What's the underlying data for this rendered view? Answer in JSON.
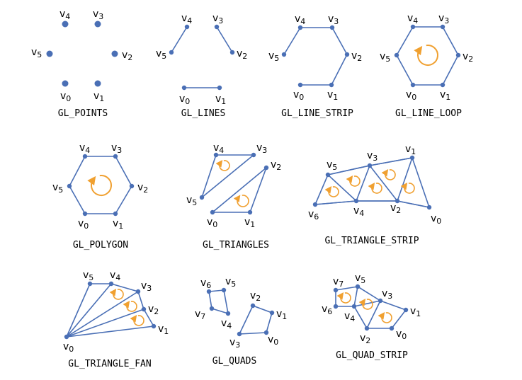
{
  "colors": {
    "edge": "#4a6fb5",
    "vertex": "#4a6fb5",
    "arrow": "#f0a030",
    "text": "#000000"
  },
  "panels": [
    {
      "id": "points",
      "caption": "GL_POINTS",
      "vertices": [
        {
          "n": "0"
        },
        {
          "n": "1"
        },
        {
          "n": "2"
        },
        {
          "n": "3"
        },
        {
          "n": "4"
        },
        {
          "n": "5"
        }
      ]
    },
    {
      "id": "lines",
      "caption": "GL_LINES",
      "vertices": [
        {
          "n": "0"
        },
        {
          "n": "1"
        },
        {
          "n": "2"
        },
        {
          "n": "3"
        },
        {
          "n": "4"
        },
        {
          "n": "5"
        }
      ]
    },
    {
      "id": "line_strip",
      "caption": "GL_LINE_STRIP",
      "vertices": [
        {
          "n": "0"
        },
        {
          "n": "1"
        },
        {
          "n": "2"
        },
        {
          "n": "3"
        },
        {
          "n": "4"
        },
        {
          "n": "5"
        }
      ]
    },
    {
      "id": "line_loop",
      "caption": "GL_LINE_LOOP",
      "vertices": [
        {
          "n": "0"
        },
        {
          "n": "1"
        },
        {
          "n": "2"
        },
        {
          "n": "3"
        },
        {
          "n": "4"
        },
        {
          "n": "5"
        }
      ]
    },
    {
      "id": "polygon",
      "caption": "GL_POLYGON",
      "vertices": [
        {
          "n": "0"
        },
        {
          "n": "1"
        },
        {
          "n": "2"
        },
        {
          "n": "3"
        },
        {
          "n": "4"
        },
        {
          "n": "5"
        }
      ]
    },
    {
      "id": "triangles",
      "caption": "GL_TRIANGLES",
      "vertices": [
        {
          "n": "0"
        },
        {
          "n": "1"
        },
        {
          "n": "2"
        },
        {
          "n": "3"
        },
        {
          "n": "4"
        },
        {
          "n": "5"
        }
      ]
    },
    {
      "id": "triangle_strip",
      "caption": "GL_TRIANGLE_STRIP",
      "vertices": [
        {
          "n": "0"
        },
        {
          "n": "1"
        },
        {
          "n": "2"
        },
        {
          "n": "3"
        },
        {
          "n": "4"
        },
        {
          "n": "5"
        },
        {
          "n": "6"
        }
      ]
    },
    {
      "id": "triangle_fan",
      "caption": "GL_TRIANGLE_FAN",
      "vertices": [
        {
          "n": "0"
        },
        {
          "n": "1"
        },
        {
          "n": "2"
        },
        {
          "n": "3"
        },
        {
          "n": "4"
        },
        {
          "n": "5"
        }
      ]
    },
    {
      "id": "quads",
      "caption": "GL_QUADS",
      "vertices": [
        {
          "n": "0"
        },
        {
          "n": "1"
        },
        {
          "n": "2"
        },
        {
          "n": "3"
        },
        {
          "n": "4"
        },
        {
          "n": "5"
        },
        {
          "n": "6"
        },
        {
          "n": "7"
        }
      ]
    },
    {
      "id": "quad_strip",
      "caption": "GL_QUAD_STRIP",
      "vertices": [
        {
          "n": "0"
        },
        {
          "n": "1"
        },
        {
          "n": "2"
        },
        {
          "n": "3"
        },
        {
          "n": "4"
        },
        {
          "n": "5"
        },
        {
          "n": "6"
        },
        {
          "n": "7"
        }
      ]
    }
  ]
}
